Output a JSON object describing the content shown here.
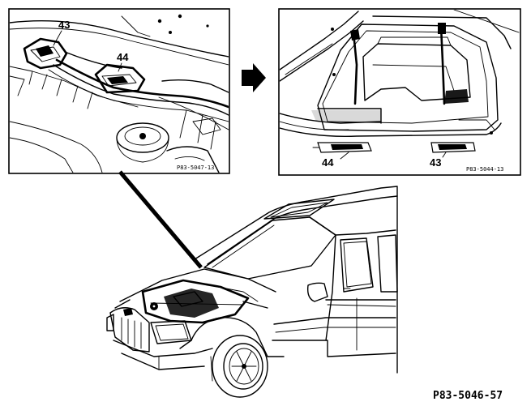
{
  "figure_id": "P83-5046-57",
  "left_detail": {
    "ref": "P83-5047-13",
    "callouts": [
      "43",
      "44"
    ]
  },
  "right_detail": {
    "ref": "P83-5044-13",
    "callouts": [
      "44",
      "43"
    ]
  }
}
